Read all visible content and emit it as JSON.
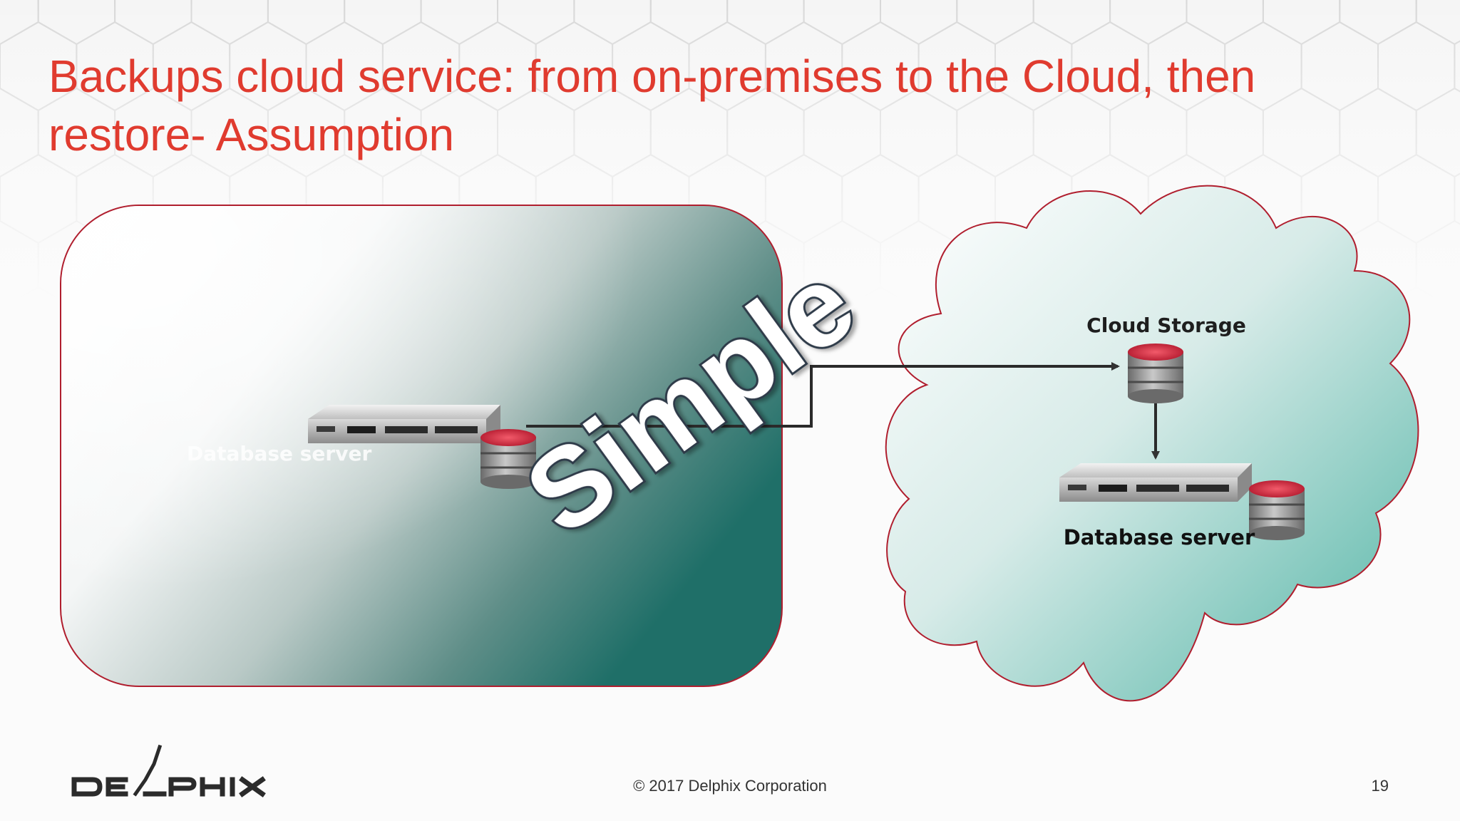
{
  "slide": {
    "title_line1": "Backups cloud service: from on-premises to the Cloud, then",
    "title_line2": "restore- Assumption",
    "accent_color": "#e03b2f",
    "teal_color": "#2f8a80"
  },
  "diagram": {
    "onprem_label": "Database server",
    "cloud_storage_label": "Cloud Storage",
    "cloud_db_label": "Database server",
    "stamp_text": "Simple"
  },
  "footer": {
    "copyright": "© 2017 Delphix Corporation",
    "page_number": "19",
    "logo_text": "DELPHIX"
  }
}
